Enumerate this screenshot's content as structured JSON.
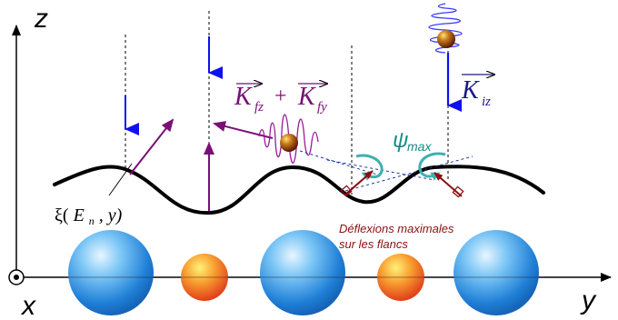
{
  "axes": {
    "z_label": "z",
    "y_label": "y",
    "x_label": "x"
  },
  "labels": {
    "kf_a": "K",
    "kf_a_sub": "fz",
    "plus": "+",
    "kf_b": "K",
    "kf_b_sub": "fy",
    "ki": "K",
    "ki_sub": "iz",
    "psi": "ψ",
    "psi_sub": "max",
    "xi_prefix": "ξ(",
    "xi_E": "E",
    "xi_n": "n",
    "xi_suffix": ", y)",
    "deflection_line1": "Déflexions maximales",
    "deflection_line2": "sur les flancs"
  },
  "colors": {
    "blue_arrow": "#1010ee",
    "purple_arrow": "#7a0f78",
    "psi_text": "#1a8a8a",
    "deflection_text": "#8a1010",
    "wave_blue": "#3a3aff",
    "wave_purple": "#9a1a9a",
    "sphere_blue": "#2f8fe0",
    "sphere_orange": "#f07a20"
  }
}
